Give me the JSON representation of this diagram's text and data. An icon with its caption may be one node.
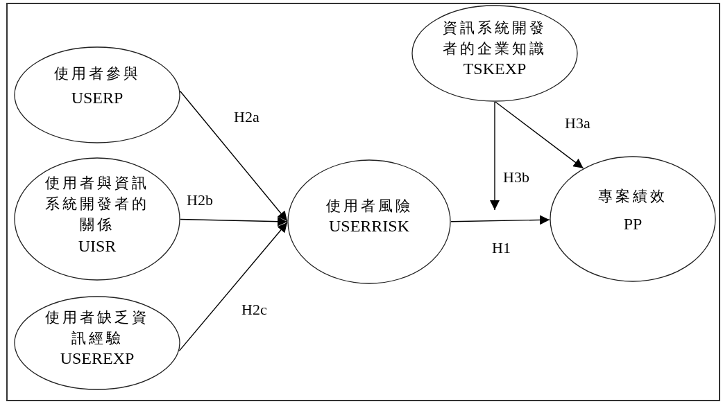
{
  "diagram": {
    "nodes": [
      {
        "text": [
          "使用者參與",
          "USERP"
        ]
      },
      {
        "text": [
          "使用者與資訊系統開發者的關係",
          "UISR"
        ]
      },
      {
        "text": [
          "使用者缺乏資訊經驗",
          "USEREXP"
        ]
      },
      {
        "text": [
          "使用者風險",
          "USERRISK"
        ]
      },
      {
        "text": [
          "資訊系統開發者的企業知識",
          "TSKEXP"
        ]
      },
      {
        "text": [
          "專案績效",
          "PP"
        ]
      }
    ],
    "edges": [
      {
        "from": 0,
        "to": 3,
        "arrow": "to",
        "label": "H2a"
      },
      {
        "from": 1,
        "to": 3,
        "arrow": "to",
        "label": "H2b"
      },
      {
        "from": 2,
        "to": 3,
        "arrow": "to",
        "label": "H2c"
      },
      {
        "from": 3,
        "to": 5,
        "arrow": "to",
        "label": "H1"
      },
      {
        "from": 4,
        "to": 5,
        "arrow": "to",
        "label": "H3a"
      },
      {
        "from": 4,
        "to": null,
        "arrow": "to",
        "label": "H3b"
      }
    ]
  }
}
